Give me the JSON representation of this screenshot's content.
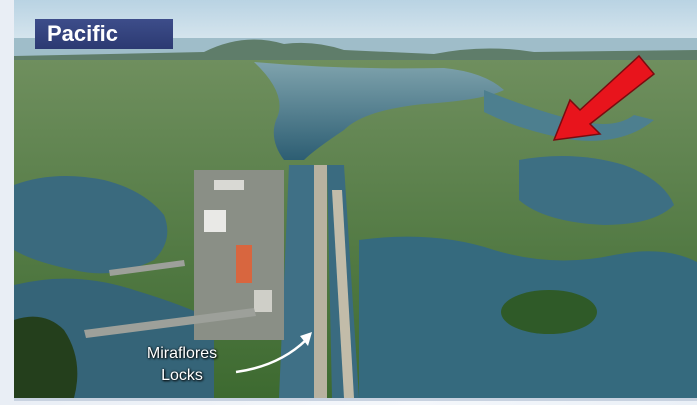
{
  "photo": {
    "region_label": "Pacific",
    "caption_line1": "Miraflores",
    "caption_line2": "Locks",
    "colors": {
      "label_bg": "#34427e",
      "arrow": "#e8141c",
      "water": "#3c6f84",
      "vegetation": "#4e7a3c",
      "sky": "#cfdfe9"
    }
  }
}
